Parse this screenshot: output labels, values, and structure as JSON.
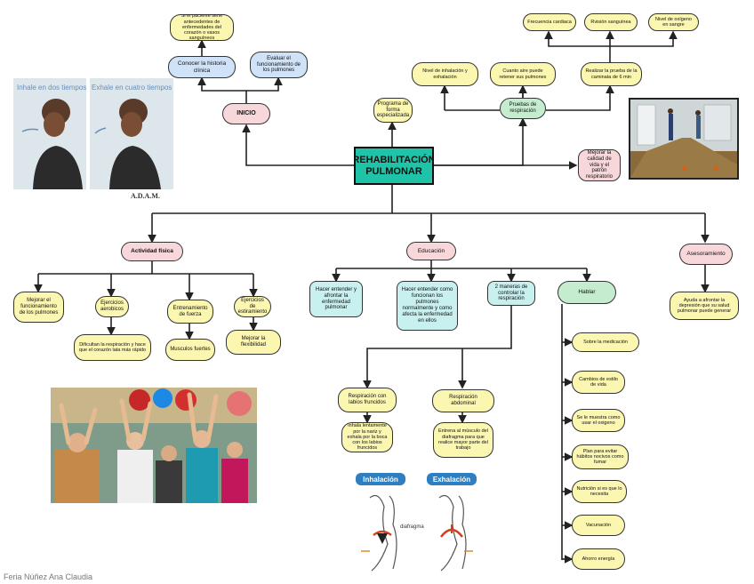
{
  "main": "REHABILITACIÓN PULMONAR",
  "top": {
    "inicio": "INICIO",
    "si_paciente": "Si el paciente tiene antecedentes de enfermedades del corazón o vasos sanguíneos",
    "conocer": "Conocer la historia clínica",
    "evaluar": "Evaluar el funcionamiento de los pulmones",
    "programa": "Programa de forma especializada",
    "pruebas": "Pruebas de respiración",
    "nivel_inhal": "Nivel de inhalación y exhalación",
    "cuanto_aire": "Cuanto aire puede retener sus pulmones",
    "realizar": "Realizar la prueba de la caminata de 6 min",
    "frecuencia": "Frecuencia cardiaca",
    "presion": "Rvisión sanguínea",
    "oxigeno": "Nivel de oxígeno en sangre",
    "mejorar": "Mejorar la calidad de vida y el patrón respiratorio"
  },
  "branches": {
    "actividad": "Actividad física",
    "educacion": "Educación",
    "asesoramiento": "Asesoramiento"
  },
  "actividad": {
    "mejorar_func": "Mejorar el funcionamiento de los pulmones",
    "aerobicos": "Ejercicios aerobicos",
    "dificultan": "Dificultan la respiración y hace que el corazón lata más rápido",
    "fuerza": "Entrenamiento de fuerza",
    "musculos": "Musculos fuertes",
    "estiramiento": "Ejercicios de estiramiento",
    "flexibilidad": "Mejorar la flexibilidad"
  },
  "educacion": {
    "hacer_entender": "Hacer entender y afrontar la enfermedad pulmonar",
    "como_funcionan": "Hacer entender como funcionan los pulmones normalmente y como afecta la enfermedad en ellos",
    "dos_maneras": "2 maneras de controlar la respiración",
    "hablar": "Hablar",
    "labios": "Respiración con labios fruncidos",
    "inhala": "Inhala lentamente por la nariz y exhala por la boca con los labios fruncidos",
    "abdominal": "Respiración abdominal",
    "entrena": "Entrena al músculo del diafragma para que realice mayor parte del trabajo",
    "hablar_items": [
      "Sobre la medicación",
      "Cambios de estilo de vida",
      "Se le muestra como usar el oxigeno",
      "Plan para evitar hábitos nocivos como fumar",
      "Nutrición si es que lo necesita",
      "Vacunación",
      "Ahorro energía"
    ]
  },
  "asesoramiento": {
    "ayuda": "Ayuda a afrontar la depresión que su salud pulmonar puede generar"
  },
  "images": {
    "inhale_caption": "Inhale en dos tiempos",
    "exhale_caption": "Exhale en cuatro tiempos",
    "adam": "A.D.A.M.",
    "inhalacion": "Inhalación",
    "exhalacion": "Exhalación",
    "diafragma": "diafragma"
  },
  "footer": "Feria Núñez Ana Claudia"
}
